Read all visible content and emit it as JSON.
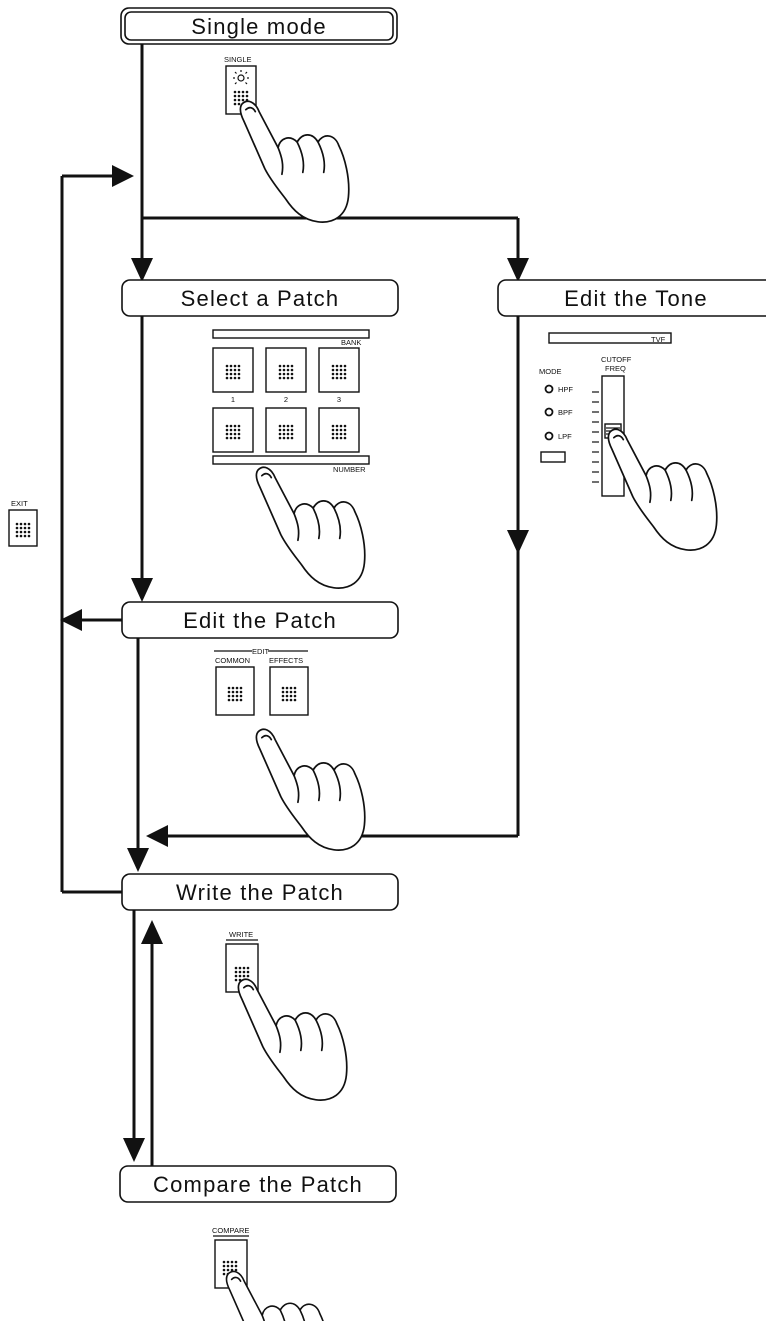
{
  "steps": {
    "single_mode": "Single mode",
    "select_patch": "Select a Patch",
    "edit_tone": "Edit the Tone",
    "edit_patch": "Edit the Patch",
    "write_patch": "Write the Patch",
    "compare_patch": "Compare the Patch"
  },
  "buttons": {
    "single": "SINGLE",
    "exit": "EXIT",
    "bank": "BANK",
    "number": "NUMBER",
    "num1": "1",
    "num2": "2",
    "num3": "3",
    "edit": "EDIT",
    "common": "COMMON",
    "effects": "EFFECTS",
    "write": "WRITE",
    "compare": "COMPARE"
  },
  "tvf_panel": {
    "title": "TVF",
    "mode_label": "MODE",
    "hpf": "HPF",
    "bpf": "BPF",
    "lpf": "LPF",
    "cutoff": "CUTOFF",
    "freq": "FREQ"
  },
  "icons": {
    "pointing_hand": "pointing-hand-icon",
    "button_dots": "button-dots-icon"
  }
}
